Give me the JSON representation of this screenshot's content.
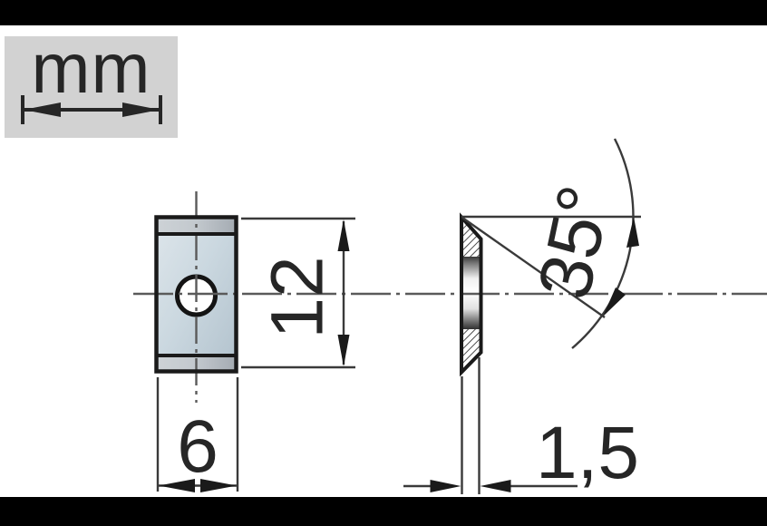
{
  "unit_badge": {
    "label": "mm",
    "icon": "double-headed-arrow"
  },
  "views": {
    "front": {
      "height_label": "12",
      "width_label": "6"
    },
    "side": {
      "thickness_label": "1,5",
      "bevel_angle_label": "35°"
    }
  },
  "colors": {
    "face_fill_light": "#d8e1e7",
    "face_fill_dark": "#b2c2cd",
    "chamfer_strip_light": "#cdd2d6",
    "chamfer_strip_dark": "#a4abb2",
    "badge_background": "#d2d2d2",
    "outline": "#1a1a1a",
    "dimension_line": "#3a3a3a",
    "centerline": "#5a5a5a",
    "frame_bars": "#000000"
  }
}
